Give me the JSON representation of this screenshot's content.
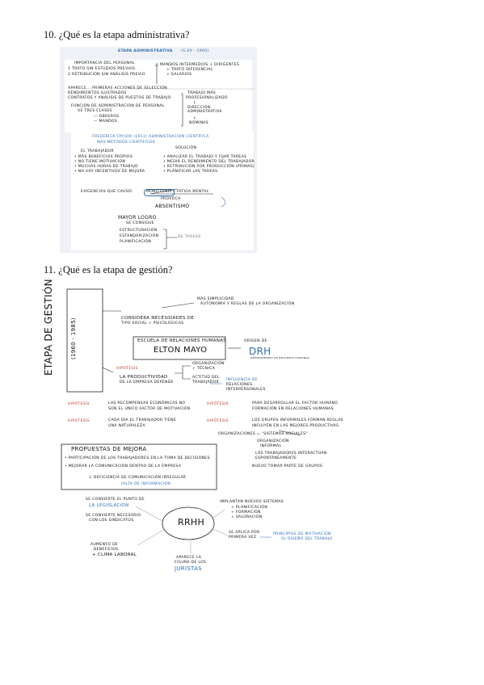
{
  "q10": {
    "title": "10. ¿Qué es la etapa administrativa?"
  },
  "q11": {
    "title": "11. ¿Qué es la etapa de gestión?"
  },
  "admin": {
    "heading": "ETAPA ADMINISTRATIVA",
    "period": "(S.XX - 1960)",
    "l1": "IMPORTANCIA DEL PERSONAL",
    "l2": "1 TRATO SIN ESTUDIOS PREVIOS",
    "l3": "2 RETRIBUCIÓN SIN ANÁLISIS PREVIO",
    "r1": "MANDOS INTERMEDIOS + DIRIGENTES",
    "r2": "+ TRATO DIFERENCIAL",
    "r3": "+ SALARIOS",
    "b1": "APARECE... PRIMERAS ACCIONES DE SELECCIÓN",
    "b2": "RENDIMIENTOS ILUSTRADOS",
    "b3": "CONTRATOS Y ANÁLISIS DE PUESTOS DE TRABAJO",
    "b4": "FUNCIÓN DE ADMINISTRACIÓN DE PERSONAL",
    "b5": "VE TRES CLASES",
    "b6": "— OBREROS",
    "b7": "— MANDOS",
    "side1": "TRABAJO MÁS",
    "side2": "PROFESIONALIZADO",
    "side3": "↓",
    "side4": "DIRECCIÓN ADMINISTRATIVA",
    "side5": "↓",
    "side6": "NÓMINAS",
    "c1": "FREDERICK TAYLOR (1911) ADMINISTRACIÓN CIENTÍFICA",
    "c2": "MÁS MÉTODOS CIENTÍFICOS",
    "c3": "EL TRABAJADOR",
    "c4": "SOLUCIÓN",
    "c5": "• MÁS BENEFICIOS PROPIOS",
    "c6": "• NO TIENE MOTIVACIÓN",
    "c7": "• MUCHAS HORAS DE TRABAJO",
    "c8": "• NO HAY INCENTIVOS DE MEJORA",
    "c9": "• ANALIZAR EL TRABAJO Y FIJAR TAREAS",
    "c10": "• MEDIR EL RENDIMIENTO DEL TRABAJADOR",
    "c11": "• RETRIBUCIÓN POR PRODUCCIÓN (PRIMAS)",
    "c12": "• PLANIFICAR LAS TAREAS",
    "c13": "EXIGENCIAS QUE CAUSÓ:",
    "c14": "MONOTONÍA",
    "c15": "Y  FATIGA MENTAL",
    "c16": "PROVOCA",
    "c17": "ABSENTISMO",
    "c18": "MAYOR LOGRO",
    "c19": "SE CONSIGUE",
    "c20": "ESTRUCTURACIÓN",
    "c21": "ESTANDARIZACIÓN",
    "c22": "PLANIFICACIÓN",
    "c23": "DE TAREAS"
  },
  "gestion": {
    "vertical_title": "ETAPA DE GESTIÓN",
    "vertical_years": "(1960 - 1985)",
    "top1": "MÁS SIMPLICIDAD",
    "top2": "AUTONOMÍA Y REGLAS DE LA ORGANIZACIÓN",
    "n1": "CONSIDERA NECESIDADES DE",
    "n2": "TIPO SOCIAL + PSICOLÓGICAS",
    "school": "ESCUELA DE RELACIONES HUMANAS",
    "mayo": "ELTON MAYO",
    "origen": "ORIGEN DE",
    "drh": "DRH",
    "drh_sub": "DEPARTAMENTO DE RECURSOS HUMANOS",
    "h1": "HIPÓTESIS",
    "h1a": "LA PRODUCTIVIDAD",
    "h1b": "DE LA EMPRESA DEPENDE",
    "h1c": "ORGANIZACIÓN",
    "h1d": "+ TÉCNICA",
    "h1e": "ACTITUD DEL",
    "h1f": "TRABAJADOR",
    "h1g": "INFLUENCIA DE",
    "h1h": "RELACIONES",
    "h1i": "INTERPERSONALES",
    "h2": "HIPÓTESIS",
    "h2t1": "LAS RECOMPENSAS ECONÓMICAS NO",
    "h2t2": "SON EL ÚNICO FACTOR DE MOTIVACIÓN",
    "h3": "HIPÓTESIS",
    "h3t1": "CADA DÍA EL TRABAJADOR TIENE",
    "h3t2": "UNA NATURALEZA",
    "h4": "HIPÓTESIS",
    "h4t1": "PARA DESARROLLAR EL FACTOR HUMANO",
    "h4t2": "FORMACIÓN EN RELACIONES HUMANAS",
    "h5": "HIPÓTESIS",
    "h5t1": "LOS GRUPOS INFORMALES FORMAN REGLAS",
    "h5t2": "INFLUYEN EN LAS MEJORES PRODUCTIVAS",
    "org1": "ORGANIZACIONES = \"SISTEMAS SOCIALES\"",
    "org2": "ORGANIZACIÓN",
    "org3": "INFORMAL",
    "org4": "LOS TRABAJADORES INTERACTÚAN",
    "org5": "ESPONTÁNEAMENTE",
    "org6": "NUEVO TOMAR PARTE DE GRUPOS",
    "prop_title": "PROPUESTAS DE MEJORA",
    "prop1": "• PARTICIPACIÓN DE LOS TRABAJADORES EN LA TOMA DE DECISIONES",
    "prop2": "• MEJORAR LA COMUNICACIÓN DENTRO DE LA EMPRESA",
    "prop3": "↓ DEFICIENCIA DE COMUNICACIÓN IRREGULAR",
    "prop4": "FALTA DE INFORMACIÓN",
    "rrhh": "RRHH",
    "w1": "SE CONVIERTE EL PUNTO DE",
    "w2": "LA LEGISLACIÓN",
    "w3": "SE CONVIERTE NECESARIO",
    "w4": "CON LOS SINDICATOS",
    "w5": "AUMENTO DE",
    "w6": "BENEFICIOS",
    "w7": "+ CLIMA LABORAL",
    "w8": "APARECE LA",
    "w9": "FIGURA DE LOS",
    "w10": "JURISTAS",
    "e1": "IMPLANTAN NUEVOS SISTEMAS",
    "e2": "+ PLANIFICACIÓN",
    "e3": "+ FORMACIÓN",
    "e4": "+ VALORACIÓN",
    "e5": "SE APLICA POR",
    "e6": "PRIMERA VEZ",
    "e7": "PRINCIPIOS DE MOTIVACIÓN",
    "e8": "AL DISEÑO DEL TRABAJO"
  }
}
